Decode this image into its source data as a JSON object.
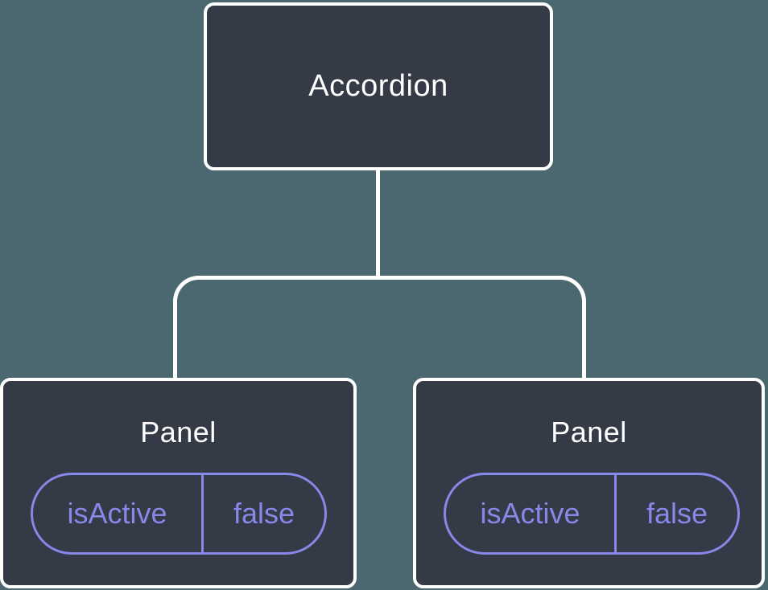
{
  "diagram": {
    "type": "component-tree",
    "root": {
      "label": "Accordion"
    },
    "panels": [
      {
        "title": "Panel",
        "state_name": "isActive",
        "state_value": "false"
      },
      {
        "title": "Panel",
        "state_name": "isActive",
        "state_value": "false"
      }
    ],
    "colors": {
      "background": "#4B6770",
      "node_fill": "#343A46",
      "node_border": "#FFFFFF",
      "connector": "#FFFFFF",
      "state_accent": "#8788E8",
      "node_text": "#FFFFFF"
    }
  }
}
